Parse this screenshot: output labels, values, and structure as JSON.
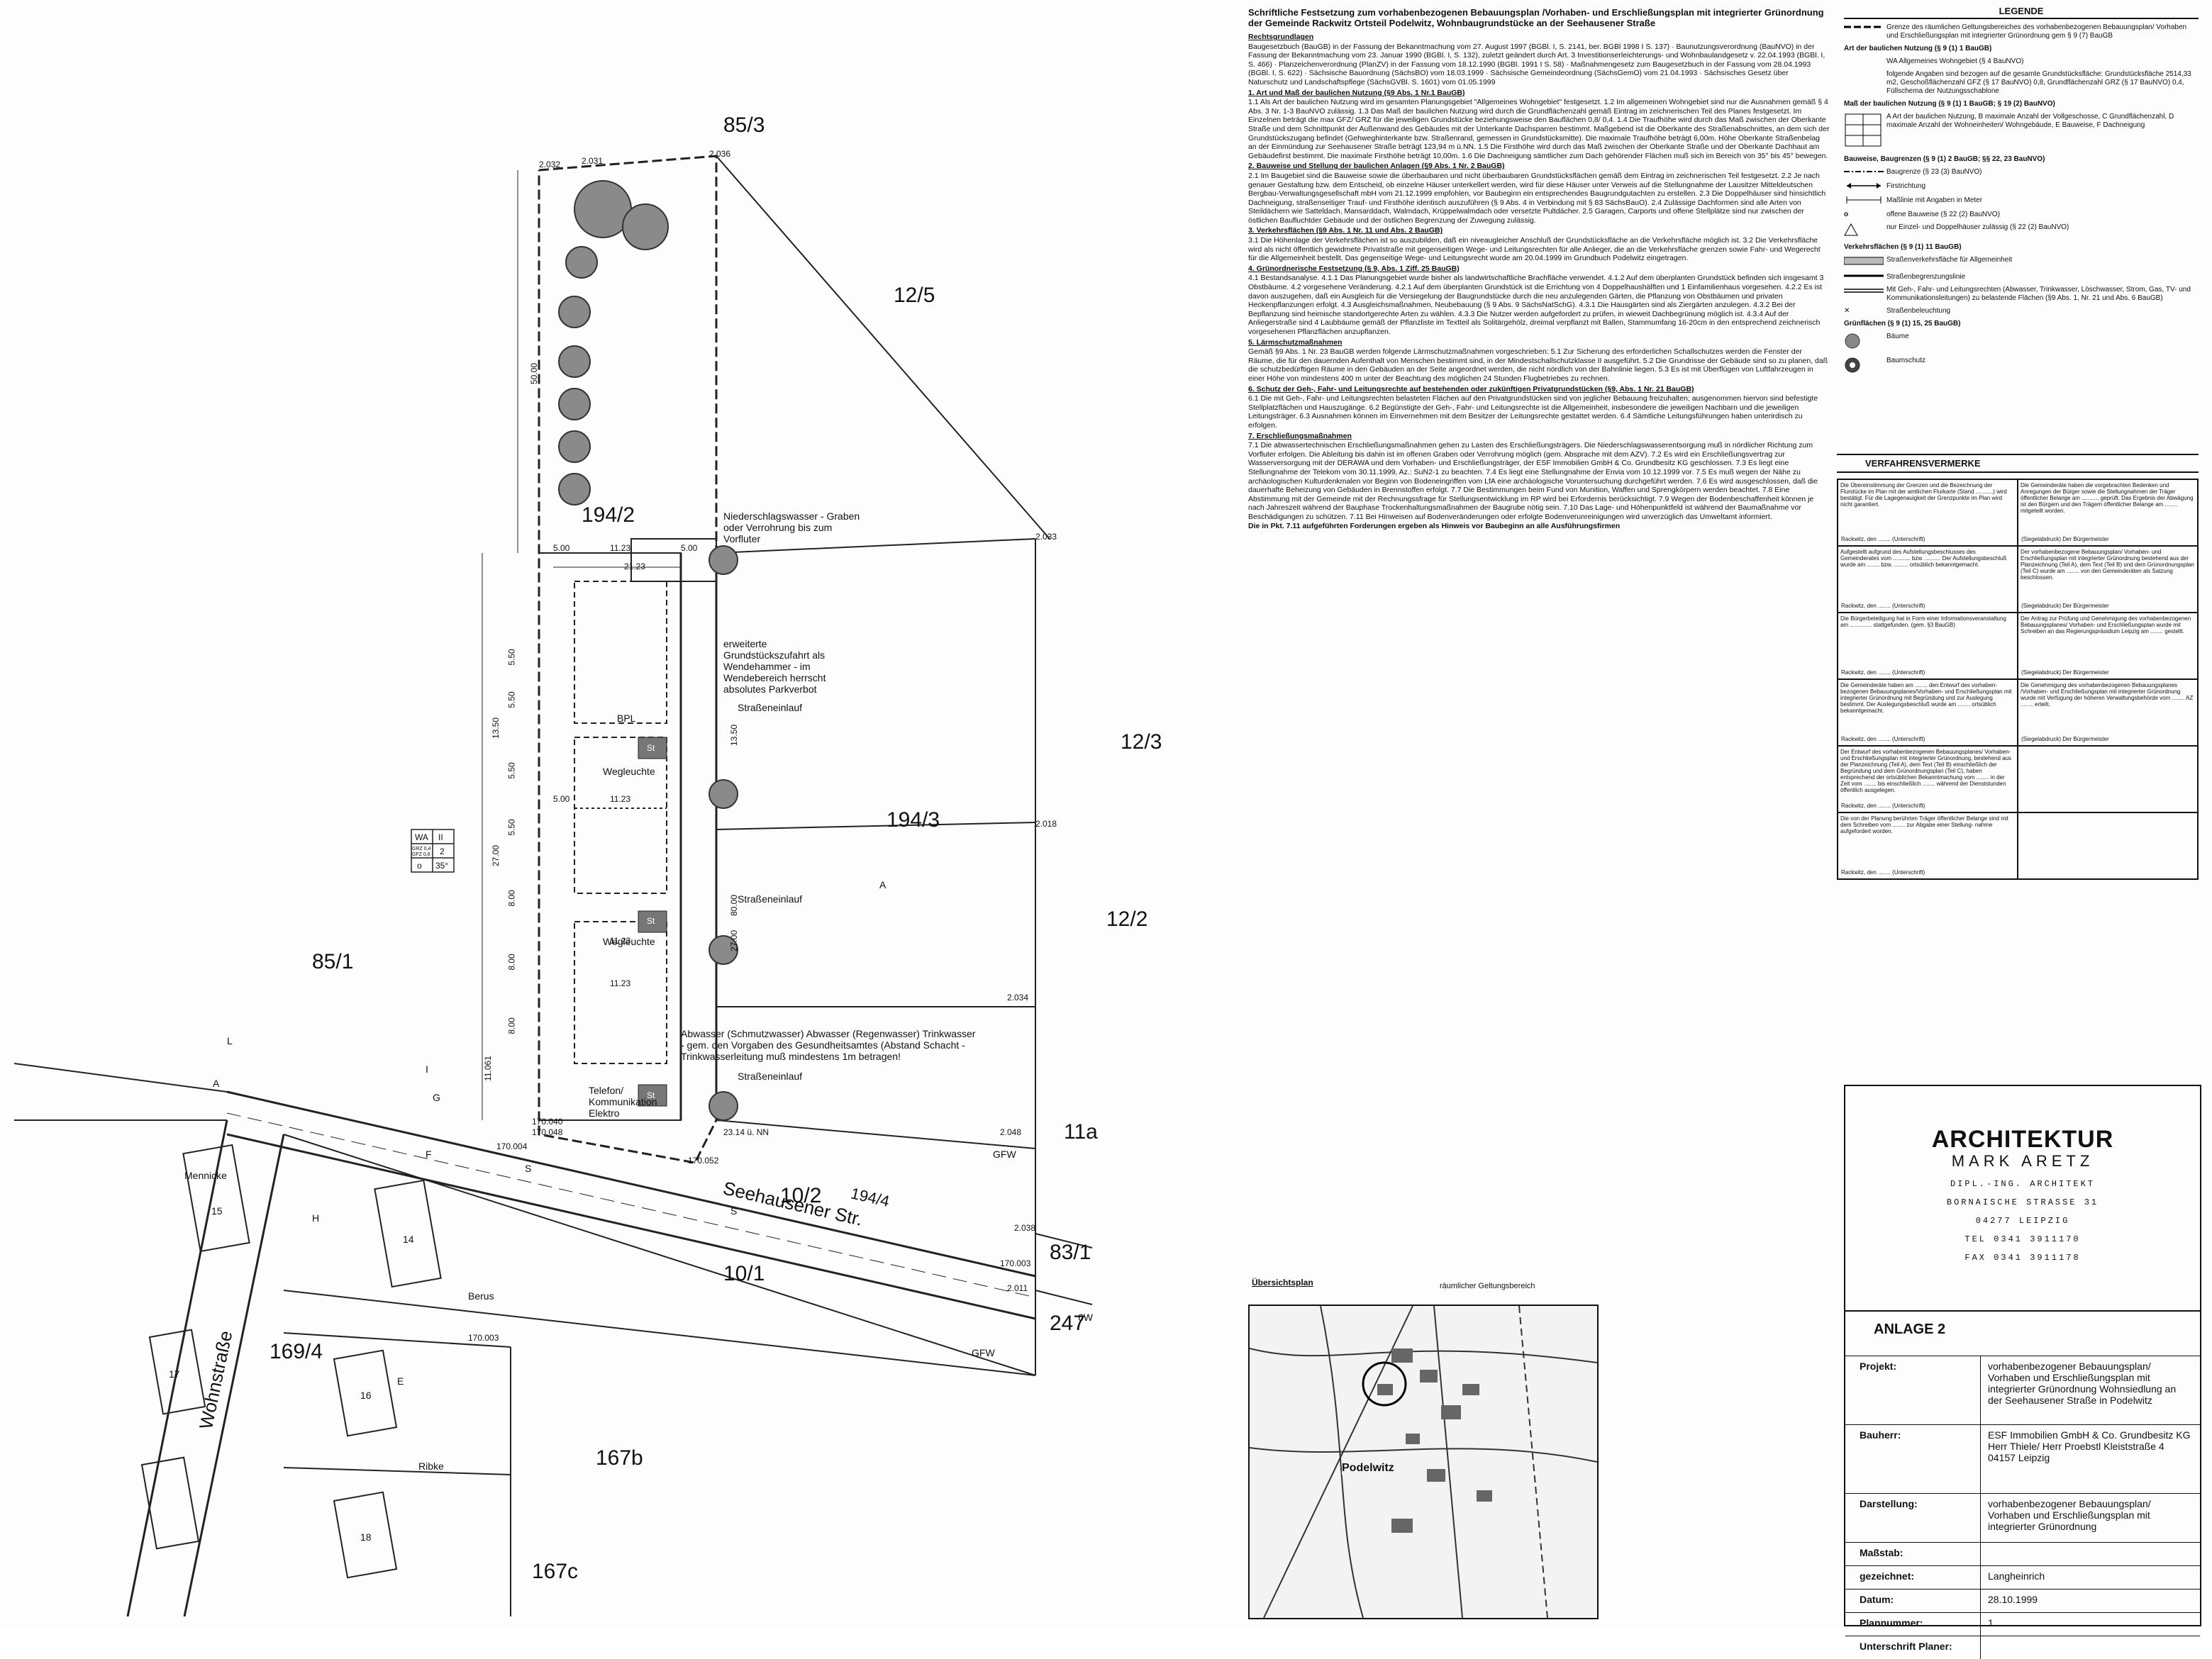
{
  "plan": {
    "parcels": [
      "85/3",
      "12/5",
      "194/2",
      "12/3",
      "194/3",
      "85/1",
      "12/2",
      "11a",
      "10/2",
      "10/1",
      "83/1",
      "247",
      "169/4",
      "167b",
      "167c"
    ],
    "street_main": "Seehausener Str.",
    "street_side": "Wohnstraße",
    "street_id": "194/4",
    "neighbors": [
      "Mennicke",
      "Berus",
      "Ribke"
    ],
    "letters": [
      "A",
      "A",
      "H",
      "E",
      "F",
      "L",
      "I",
      "G",
      "S",
      "S",
      "GFW",
      "GFW",
      "6W"
    ],
    "house_numbers": [
      "15",
      "14",
      "16",
      "17",
      "18"
    ],
    "elevations": [
      "2.032",
      "2.031",
      "2.036",
      "2.033",
      "2.018",
      "2.034",
      "2.048",
      "2.038",
      "2.011",
      "170.040",
      "170.052",
      "170.048",
      "170.004",
      "170.003",
      "170.003"
    ],
    "dims": [
      "21.23",
      "5.00",
      "11.23",
      "5.00",
      "11.23",
      "5.00",
      "11.23",
      "11.23",
      "50.00",
      "80.00",
      "27.00",
      "27.00",
      "13.50",
      "13.50",
      "8.00",
      "8.00",
      "8.00",
      "5.50",
      "5.50",
      "5.50",
      "5.50",
      "11.061",
      "23.14 ü. NN"
    ],
    "notes": {
      "drain": "Niederschlagswasser - Graben oder Verrohrung bis zum Vorfluter",
      "turn": "erweiterte Grundstückszufahrt als Wendehammer - im Wendebereich herrscht absolutes Parkverbot",
      "lines": "Abwasser (Schmutzwasser) Abwasser (Regenwasser) Trinkwasser - gem. den Vorgaben des Gesundheitsamtes (Abstand Schacht - Trinkwasserleitung muß mindestens 1m betragen!",
      "telecom": "Telefon/ Kommunikation Elektro",
      "bpl": "BPL",
      "inlet": "Straßeneinlauf",
      "lamp": "Wegleuchte",
      "st": "St",
      "zone_table": [
        "WA",
        "II",
        "GRZ 0,4 GFZ 0,8",
        "2",
        "o",
        "35°"
      ]
    }
  },
  "text": {
    "title": "Schriftliche Festsetzung zum vorhabenbezogenen Bebauungsplan /Vorhaben- und Erschließungsplan mit integrierter Grünordnung der Gemeinde Rackwitz Ortsteil Podelwitz, Wohnbaugrundstücke an der Seehausener Straße",
    "sections": [
      {
        "h": "Rechtsgrundlagen",
        "t": "Baugesetzbuch (BauGB) in der Fassung der Bekanntmachung vom 27. August 1997 (BGBl. I, S. 2141, ber. BGBl 1998 I S. 137) · Baunutzungsverordnung (BauNVO) in der Fassung der Bekanntmachung vom 23. Januar 1990 (BGBl. I, S. 132), zuletzt geändert durch Art. 3 Investitionserleichterungs- und Wohnbaulandgesetz v. 22.04.1993 (BGBl. I, S. 466) · Planzeichenverordnung (PlanZV) in der Fassung vom 18.12.1990 (BGBl. 1991 I S. 58) · Maßnahmengesetz zum Baugesetzbuch in der Fassung vom 28.04.1993 (BGBl. I, S. 622) · Sächsische Bauordnung (SächsBO) vom 18.03.1999 · Sächsische Gemeindeordnung (SächsGemO) vom 21.04.1993 · Sächsisches Gesetz über Naturschutz und Landschaftspflege (SächsGVBl. S. 1601) vom 01.05.1999"
      },
      {
        "h": "1. Art und Maß der baulichen Nutzung (§9 Abs. 1 Nr.1 BauGB)",
        "t": "1.1 Als Art der baulichen Nutzung wird im gesamten Planungsgebiet \"Allgemeines Wohngebiet\" festgesetzt. 1.2 Im allgemeinen Wohngebiet sind nur die Ausnahmen gemäß § 4 Abs. 3 Nr. 1-3 BauNVO zulässig. 1.3 Das Maß der baulichen Nutzung wird durch die Grundflächenzahl gemäß Eintrag im zeichnerischen Teil des Planes festgesetzt. Im Einzelnen beträgt die max GFZ/ GRZ für die jeweiligen Grundstücke beziehungsweise den Bauflächen 0,8/ 0,4. 1.4 Die Traufhöhe wird durch das Maß zwischen der Oberkante Straße und dem Schnittpunkt der Außenwand des Gebäudes mit der Unterkante Dachsparren bestimmt. Maßgebend ist die Oberkante des Straßenabschnittes, an dem sich der Grundstückszugang befindet (Gehweghinterkante bzw. Straßenrand, gemessen in Grundstücksmitte). Die maximale Traufhöhe beträgt 6,00m. Höhe Oberkante Straßenbelag an der Einmündung zur Seehausener Straße beträgt 123,94 m ü.NN. 1.5 Die Firsthöhe wird durch das Maß zwischen der Oberkante Straße und der Oberkante Dachhaut am Gebäudefirst bestimmt. Die maximale Firsthöhe beträgt 10,00m. 1.6 Die Dachneigung sämtlicher zum Dach gehörender Flächen muß sich im Bereich von 35° bis 45° bewegen."
      },
      {
        "h": "2. Bauweise und Stellung der baulichen Anlagen (§9 Abs. 1 Nr. 2 BauGB)",
        "t": "2.1 Im Baugebiet sind die Bauweise sowie die überbaubaren und nicht überbaubaren Grundstücksflächen gemäß dem Eintrag im zeichnerischen Teil festgesetzt. 2.2 Je nach genauer Gestaltung bzw. dem Entscheid, ob einzelne Häuser unterkellert werden, wird für diese Häuser unter Verweis auf die Stellungnahme der Lausitzer Mitteldeutschen Bergbau-Verwaltungsgesellschaft mbH vom 21.12.1999 empfohlen, vor Baubeginn ein entsprechendes Baugrundgutachten zu erstellen. 2.3 Die Doppelhäuser sind hinsichtlich Dachneigung, straßenseitiger Trauf- und Firsthöhe identisch auszuführen (§ 9 Abs. 4 in Verbindung mit § 83 SächsBauO). 2.4 Zulässige Dachformen sind alle Arten von Steildächern wie Satteldach, Mansarddach, Walmdach, Krüppelwalmdach oder versetzte Pultdächer. 2.5 Garagen, Carports und offene Stellplätze sind nur zwischen der östlichen Baufluchtder Gebäude und der östlichen Begrenzung der Zuwegung zulässig."
      },
      {
        "h": "3. Verkehrsflächen (§9 Abs. 1 Nr. 11 und Abs. 2 BauGB)",
        "t": "3.1 Die Höhenlage der Verkehrsflächen ist so auszubilden, daß ein niveaugleicher Anschluß der Grundstücksfläche an die Verkehrsfläche möglich ist. 3.2 Die Verkehrsfläche wird als nicht öffentlich gewidmete Privatstraße mit gegenseitigen Wege- und Leitungsrechten für alle Anlieger, die an die Verkehrsfläche grenzen sowie Fahr- und Wegerecht für die Allgemeinheit bestellt. Das gegenseitige Wege- und Leitungsrecht wurde am 20.04.1999 im Grundbuch Podelwitz eingetragen."
      },
      {
        "h": "4. Grünordnerische Festsetzung (§ 9, Abs. 1 Ziff. 25 BauGB)",
        "t": "4.1 Bestandsanalyse. 4.1.1 Das Planungsgebiet wurde bisher als landwirtschaftliche Brachfläche verwendet. 4.1.2 Auf dem überplanten Grundstück befinden sich insgesamt 3 Obstbäume. 4.2 vorgesehene Veränderung. 4.2.1 Auf dem überplanten Grundstück ist die Errichtung von 4 Doppelhaushälften und 1 Einfamilienhaus vorgesehen. 4.2.2 Es ist davon auszugehen, daß ein Ausgleich für die Versiegelung der Baugrundstücke durch die neu anzulegenden Gärten, die Pflanzung von Obstbäumen und privaten Heckenpflanzungen erfolgt. 4.3 Ausgleichsmaßnahmen, Neubebauung (§ 9 Abs. 9 SächsNatSchG). 4.3.1 Die Hausgärten sind als Ziergärten anzulegen. 4.3.2 Bei der Bepflanzung sind heimische standortgerechte Arten zu wählen. 4.3.3 Die Nutzer werden aufgefordert zu prüfen, in wieweit Dachbegrünung möglich ist. 4.3.4 Auf der Anliegerstraße sind 4 Laubbäume gemäß der Pflanzliste im Textteil als Solitärgehölz, dreimal verpflanzt mit Ballen, Stammumfang 16-20cm in den entsprechend zeichnerisch vorgesehenen Pflanzflächen anzupflanzen."
      },
      {
        "h": "5. Lärmschutzmaßnahmen",
        "t": "Gemäß §9 Abs. 1 Nr. 23 BauGB werden folgende Lärmschutzmaßnahmen vorgeschrieben: 5.1 Zur Sicherung des erforderlichen Schallschutzes werden die Fenster der Räume, die für den dauernden Aufenthalt von Menschen bestimmt sind, in der Mindestschallschutzklasse II ausgeführt. 5.2 Die Grundrisse der Gebäude sind so zu planen, daß die schutzbedürftigen Räume in den Gebäuden an der Seite angeordnet werden, die nicht nördlich von der Bahnlinie liegen. 5.3 Es ist mit Überflügen von Luftfahrzeugen in einer Höhe von mindestens 400 m unter der Beachtung des möglichen 24 Stunden Flugbetriebes zu rechnen."
      },
      {
        "h": "6. Schutz der Geh-, Fahr- und Leitungsrechte auf bestehenden oder zukünftigen Privatgrundstücken (§9, Abs. 1 Nr. 21 BauGB)",
        "t": "6.1 Die mit Geh-, Fahr- und Leitungsrechten belasteten Flächen auf den Privatgrundstücken sind von jeglicher Bebauung freizuhalten; ausgenommen hiervon sind befestigte Stellplatzflächen und Hauszugänge. 6.2 Begünstigte der Geh-, Fahr- und Leitungsrechte ist die Allgemeinheit, insbesondere die jeweiligen Nachbarn und die jeweiligen Leitungsträger. 6.3 Ausnahmen können im Einvernehmen mit dem Besitzer der Leitungsrechte gestattet werden. 6.4 Sämtliche Leitungsführungen haben unterirdisch zu erfolgen."
      },
      {
        "h": "7. Erschließungsmaßnahmen",
        "t": "7.1 Die abwassertechnischen Erschließungsmaßnahmen gehen zu Lasten des Erschließungsträgers. Die Niederschlagswasserentsorgung muß in nördlicher Richtung zum Vorfluter erfolgen. Die Ableitung bis dahin ist im offenen Graben oder Verrohrung möglich (gem. Absprache mit dem AZV). 7.2 Es wird ein Erschließungsvertrag zur Wasserversorgung mit der DERAWA und dem Vorhaben- und Erschließungsträger, der ESF Immobilien GmbH & Co. Grundbesitz KG geschlossen. 7.3 Es liegt eine Stellungnahme der Telekom vom 30.11.1999, Az.: SuN2-1 zu beachten. 7.4 Es liegt eine Stellungnahme der Envia vom 10.12.1999 vor. 7.5 Es muß wegen der Nähe zu archäologischen Kulturdenkmalen vor Beginn von Bodeneingriffen vom LfA eine archäologische Voruntersuchung durchgeführt werden. 7.6 Es wird ausgeschlossen, daß die dauerhafte Beheizung von Gebäuden in Brennstoffen erfolgt. 7.7 Die Bestimmungen beim Fund von Munition, Waffen und Sprengkörpern werden beachtet. 7.8 Eine Abstimmung mit der Gemeinde mit der Rechnungssfrage für Stellungsentwicklung im RP wird bei Erfordernis berücksichtigt. 7.9 Wegen der Bodenbeschaffenheit können je nach Jahreszeit während der Bauphase Trockenhaltungsmaßnahmen der Baugrube nötig sein. 7.10 Das Lage- und Höhenpunktfeld ist während der Baumaßnahme vor Beschädigungen zu schützen. 7.11 Bei Hinweisen auf Bodenveränderungen oder erfolgte Bodenverunreinigungen wird unverzüglich das Umweltamt informiert."
      },
      {
        "h": "",
        "t": "Die in Pkt. 7.11 aufgeführten Forderungen ergeben als Hinweis vor Baubeginn an alle Ausführungsfirmen"
      }
    ],
    "overview_title": "Übersichtsplan",
    "overview_caption": "räumlicher Geltungsbereich",
    "overview_town": "Podelwitz"
  },
  "legend": {
    "title": "LEGENDE",
    "items": [
      "Grenze des räumlichen Geltungsbereiches des vorhabenbezogenen Bebauungsplan/ Vorhaben und Erschließungsplan mit integrierter Grünordnung gem § 9 (7) BauGB",
      "Art der baulichen Nutzung (§ 9 (1) 1 BauGB)",
      "WA Allgemeines Wohngebiet (§ 4 BauNVO)",
      "folgende Angaben sind bezogen auf die gesamte Grundstücksfläche: Grundstücksfläche 2514,33 m2, Geschoßflächenzahl GFZ (§ 17 BauNVO) 0,8, Grundflächenzahl GRZ (§ 17 BauNVO) 0,4, Füllschema der Nutzungsschablone",
      "Maß der baulichen Nutzung (§ 9 (1) 1 BauGB; § 19 (2) BauNVO)",
      "A Art der baulichen Nutzung, B maximale Anzahl der Vollgeschosse, C Grundflächenzahl, D maximale Anzahl der Wohneinheiten/ Wohngebäude, E Bauweise, F Dachneigung",
      "Bauweise, Baugrenzen (§ 9 (1) 2 BauGB; §§ 22, 23 BauNVO)",
      "Baugrenze (§ 23 (3) BauNVO)",
      "Firstrichtung",
      "Maßlinie mit Angaben in Meter",
      "offene Bauweise (§ 22 (2) BauNVO)",
      "nur Einzel- und Doppelhäuser zulässig (§ 22 (2) BauNVO)",
      "Verkehrsflächen (§ 9 (1) 11 BauGB)",
      "Straßenverkehrsfläche für Allgemeinheit",
      "Straßenbegrenzungslinie",
      "Mit Geh-, Fahr- und Leitungsrechten (Abwasser, Trinkwasser, Löschwasser, Strom, Gas, TV- und Kommunikationsleitungen) zu belastende Flächen (§9 Abs. 1, Nr. 21 und Abs. 6 BauGB)",
      "Straßenbeleuchtung",
      "Grünflächen (§ 9 (1) 15, 25 BauGB)",
      "Bäume",
      "Baumschutz"
    ]
  },
  "vermerke": {
    "title": "VERFAHRENSVERMERKE",
    "cells": [
      "Die Übereinstimmung der Grenzen und die Bezeichnung der Flurstücke im Plan mit der amtlichen Flurkarte (Stand ...........) wird bestätigt. Für die Lagegenauigkeit der Grenzpunkte im Plan wird nicht garantiert.",
      "Die Gemeinderäte haben die vorgebrachten Bedenken und Anregungen der Bürger sowie die Stellungnahmen der Träger öffentlicher Belange am ........... geprüft. Das Ergebnis der Abwägung ist den Bürgern und den Trägern öffentlicher Belange am ........ mitgeteilt worden.",
      "Aufgestellt aufgrund des Aufstellungsbeschlusses des Gemeinderates vom ........... bzw. .......... Der Aufstellungsbeschluß wurde am ........ bzw. ......... ortsüblich bekanntgemacht.",
      "Der vorhabenbezogene Bebauungsplan/ Vorhaben- und Erschließungsplan mit integrierter Grünordnung bestehend aus der Planzeichnung (Teil A), dem Text (Teil B) und dem Grünordnungsplan (Teil C) wurde am ........ von den Gemeinderäten als Satzung beschlossen.",
      "Die Bürgerbeteiligung hat in Form einer Informationsveranstaltung am .............. stattgefunden. (gem. §3 BauGB)",
      "Der Antrag zur Prüfung und Genehmigung des vorhabenbezogenen Bebauungsplanes/ Vorhaben- und Erschließungsplan wurde mit Schreiben an das Regierungspräsidium Leipzig am ........ gestellt.",
      "Die Gemeinderäte haben am ........ den Entwurf des vorhaben- bezogenen Bebauungsplanes/Vorhaben- und Erschließungsplan mit integrierter Grünordnung mit Begründung und zur Auslegung bestimmt. Der Auslegungsbeschluß wurde am ........ ortsüblich bekanntgemacht.",
      "Die Genehmigung des vorhabenbezogenen Bebauungsplanes /Vorhaben- und Erschließungsplan mit integrierter Grünordnung wurde mit Verfügung der höheren Verwaltungsbehörde vom ........ AZ ........ erteilt.",
      "Der Entwurf des vorhabenbezogenen Bebauungsplanes/ Vorhaben- und Erschließungsplan mit integrierter Grünordnung, bestehend aus der Planzeichnung (Teil A), dem Text (Teil B) einschließlich der Begründung und dem Grünordnungsplan (Teil C), haben entsprechend der ortsüblichen Bekanntmachung vom ........ in der Zeit vom ........ bis einschließlich ........ während der Dienststunden öffentlich ausgelegen.",
      "",
      "Die von der Planung berührten Träger öffentlicher Belange sind mit dem Schreiben vom ........ zur Abgabe einer Stellung- nahme aufgefordert worden.",
      ""
    ],
    "sig_left": "Rackwitz, den ........   (Unterschrift)",
    "sig_right": "(Siegelabdruck)   Der Bürgermeister"
  },
  "titleblock": {
    "logo1": "ARCHITEKTUR",
    "logo2": "MARK ARETZ",
    "addr": [
      "DIPL.-ING. ARCHITEKT",
      "BORNAISCHE STRASSE 31",
      "04277 LEIPZIG",
      "TEL 0341 3911170",
      "FAX 0341 3911178"
    ],
    "anlage": "ANLAGE 2",
    "rows": [
      {
        "k": "Projekt:",
        "v": "vorhabenbezogener Bebauungsplan/ Vorhaben und Erschließungsplan mit integrierter Grünordnung Wohnsiedlung an der Seehausener Straße in Podelwitz"
      },
      {
        "k": "Bauherr:",
        "v": "ESF Immobilien GmbH & Co. Grundbesitz KG Herr Thiele/ Herr Proebstl Kleiststraße 4 04157 Leipzig"
      },
      {
        "k": "Darstellung:",
        "v": "vorhabenbezogener Bebauungsplan/ Vorhaben und Erschließungsplan mit integrierter Grünordnung"
      },
      {
        "k": "Maßstab:",
        "v": ""
      },
      {
        "k": "gezeichnet:",
        "v": "Langheinrich"
      },
      {
        "k": "Datum:",
        "v": "28.10.1999"
      },
      {
        "k": "Plannummer:",
        "v": "1"
      },
      {
        "k": "Unterschrift Planer:",
        "v": ""
      }
    ]
  }
}
